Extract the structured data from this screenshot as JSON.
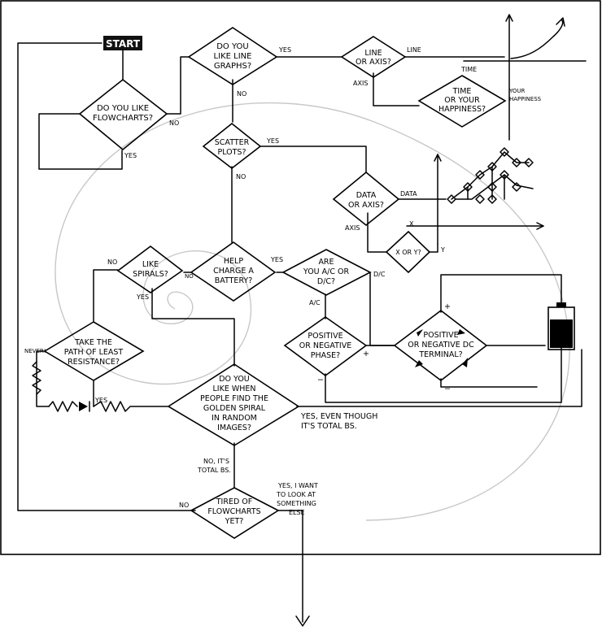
{
  "start": "START",
  "nodes": {
    "like_flowcharts": [
      "DO YOU LIKE",
      "FLOWCHARTS?"
    ],
    "like_line_graphs": [
      "DO YOU",
      "LIKE LINE",
      "GRAPHS?"
    ],
    "line_or_axis": [
      "LINE",
      "OR AXIS?"
    ],
    "time_or_happiness": [
      "TIME",
      "OR YOUR",
      "HAPPINESS?"
    ],
    "scatter_plots": [
      "SCATTER",
      "PLOTS?"
    ],
    "data_or_axis": [
      "DATA",
      "OR AXIS?"
    ],
    "x_or_y": [
      "X OR Y?"
    ],
    "like_spirals": [
      "LIKE",
      "SPIRALS?"
    ],
    "help_charge": [
      "HELP",
      "CHARGE A",
      "BATTERY?"
    ],
    "ac_dc": [
      "ARE",
      "YOU A/C OR",
      "D/C?"
    ],
    "positive_phase": [
      "POSITIVE",
      "OR NEGATIVE",
      "PHASE?"
    ],
    "positive_terminal": [
      "POSITIVE",
      "OR NEGATIVE DC",
      "TERMINAL?"
    ],
    "least_resistance": [
      "TAKE THE",
      "PATH OF LEAST",
      "RESISTANCE?"
    ],
    "golden_spiral": [
      "DO YOU",
      "LIKE WHEN",
      "PEOPLE FIND THE",
      "GOLDEN SPIRAL",
      "IN RANDOM",
      "IMAGES?"
    ],
    "tired": [
      "TIRED OF",
      "FLOWCHARTS",
      "YET?"
    ]
  },
  "labels": {
    "no": "NO",
    "yes": "YES",
    "line": "LINE",
    "axis": "AXIS",
    "time": "TIME",
    "your_happiness": [
      "YOUR",
      "HAPPINESS"
    ],
    "data": "DATA",
    "x": "X",
    "y": "Y",
    "dc": "D/C",
    "ac": "A/C",
    "plus": "+",
    "minus": "−",
    "never": "NEVER!",
    "yes_bs": [
      "YES, EVEN THOUGH",
      "IT'S TOTAL BS."
    ],
    "no_bs": [
      "NO, IT'S",
      "TOTAL BS."
    ],
    "yes_look": [
      "YES, I WANT",
      "TO LOOK AT",
      "SOMETHING",
      "ELSE"
    ]
  }
}
